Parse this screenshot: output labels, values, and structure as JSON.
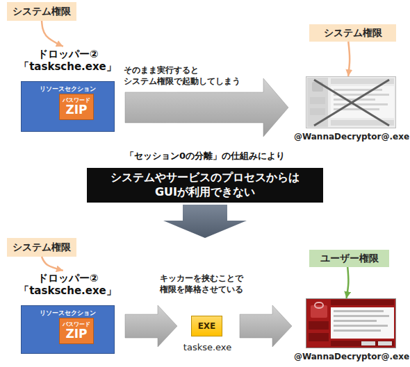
{
  "diagram": {
    "nodes": [
      {
        "text": [
          "システム権限"
        ]
      },
      {
        "text": [
          "ドロッパー② 「tasksche.exe」",
          "リソースセクション"
        ]
      },
      {
        "text": [
          "パスワード",
          "ZIP"
        ],
        "in": 1
      },
      {
        "text": [
          "システム権限"
        ]
      },
      {
        "text": [
          "@WannaDecryptor@.exe"
        ]
      },
      {
        "text": [
          "「セッション0の分離」の仕組みにより",
          "システムやサービスのプロセスからは GUIが利用できない"
        ]
      },
      {
        "text": [
          "システム権限"
        ]
      },
      {
        "text": [
          "ドロッパー② 「tasksche.exe」",
          "リソースセクション"
        ]
      },
      {
        "text": [
          "パスワード",
          "ZIP"
        ],
        "in": 7
      },
      {
        "text": [
          "EXE",
          "taskse.exe"
        ]
      },
      {
        "text": [
          "ユーザー権限"
        ]
      },
      {
        "text": [
          "@WannaDecryptor@.exe"
        ]
      }
    ],
    "edges": [
      {
        "from": 0,
        "to": 1,
        "arrow": "to"
      },
      {
        "from": 1,
        "to": 4,
        "label": "そのまま実行すると システム権限で起動してしまう",
        "arrow": "to"
      },
      {
        "from": 3,
        "to": 4,
        "arrow": "to"
      },
      {
        "from": 6,
        "to": 7,
        "arrow": "to"
      },
      {
        "from": 7,
        "to": 9,
        "arrow": "to"
      },
      {
        "from": 9,
        "to": 11,
        "arrow": "to"
      },
      {
        "from": 10,
        "to": 11,
        "arrow": "to"
      }
    ],
    "labels": [
      "キッカーを挟むことで 権限を降格させている"
    ]
  }
}
